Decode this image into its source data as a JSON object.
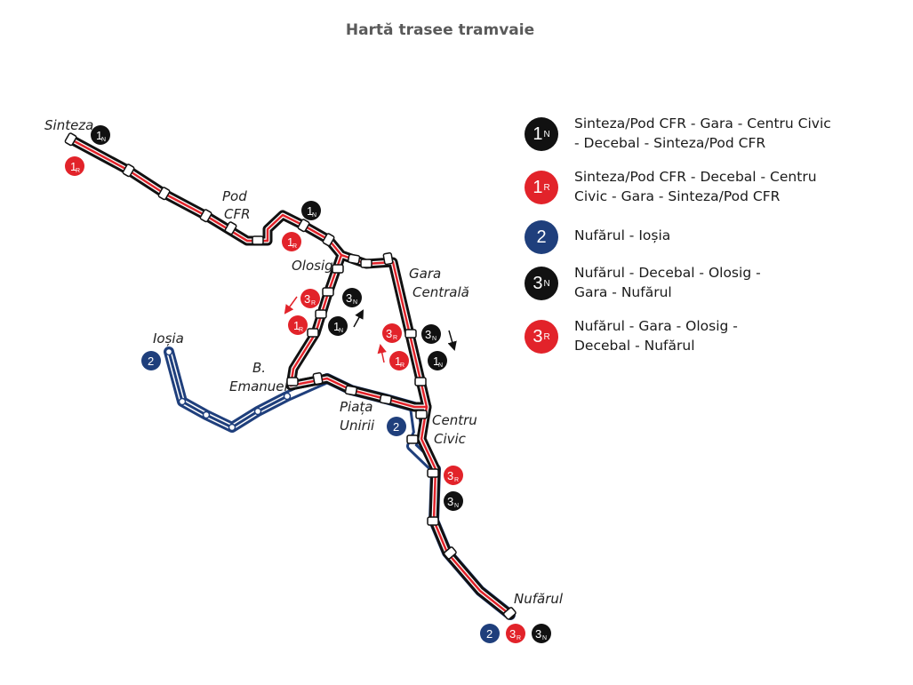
{
  "title": "Hartă trasee tramvaie",
  "colors": {
    "red": "#e2232a",
    "black": "#111111",
    "blue": "#1f3f7c"
  },
  "stations": {
    "sinteza": "Sinteza",
    "pod": "Pod",
    "cfr": "CFR",
    "olosig": "Olosig",
    "gara": "Gara",
    "centrala": "Centrală",
    "iosia": "Ioșia",
    "b": "B.",
    "emanuel": "Emanuel",
    "piata": "Piața",
    "unirii": "Unirii",
    "centru": "Centru",
    "civic": "Civic",
    "nufarul": "Nufărul"
  },
  "badges": {
    "l1n": {
      "num": "1",
      "sub": "N"
    },
    "l1r": {
      "num": "1",
      "sub": "R"
    },
    "l2": {
      "num": "2",
      "sub": ""
    },
    "l3n": {
      "num": "3",
      "sub": "N"
    },
    "l3r": {
      "num": "3",
      "sub": "R"
    }
  },
  "legend": [
    {
      "num": "1",
      "sub": "N",
      "color": "#111111",
      "line1": "Sinteza/Pod CFR - Gara - Centru Civic",
      "line2": "- Decebal - Sinteza/Pod CFR"
    },
    {
      "num": "1",
      "sub": "R",
      "color": "#e2232a",
      "line1": "Sinteza/Pod CFR - Decebal - Centru",
      "line2": "Civic - Gara - Sinteza/Pod CFR"
    },
    {
      "num": "2",
      "sub": "",
      "color": "#1f3f7c",
      "line1": "Nufărul - Ioșia",
      "line2": ""
    },
    {
      "num": "3",
      "sub": "N",
      "color": "#111111",
      "line1": "Nufărul - Decebal - Olosig -",
      "line2": "Gara - Nufărul"
    },
    {
      "num": "3",
      "sub": "R",
      "color": "#e2232a",
      "line1": "Nufărul - Gara - Olosig -",
      "line2": "Decebal - Nufărul"
    }
  ]
}
